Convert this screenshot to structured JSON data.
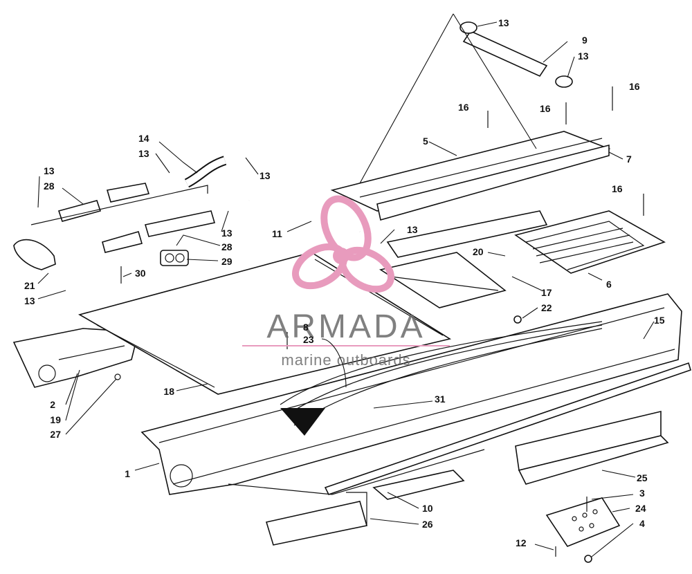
{
  "watermark": {
    "brand": "ARMADA",
    "tagline": "marine outboards",
    "accent_color": "#e89bbd",
    "text_color": "#6a6a6a"
  },
  "callouts": {
    "c1": "1",
    "c2": "2",
    "c3": "3",
    "c4": "4",
    "c5": "5",
    "c6": "6",
    "c7": "7",
    "c8": "8",
    "c9": "9",
    "c10": "10",
    "c11": "11",
    "c12": "12",
    "c13a": "13",
    "c13b": "13",
    "c13c": "13",
    "c13d": "13",
    "c13e": "13",
    "c13f": "13",
    "c13g": "13",
    "c14": "14",
    "c15": "15",
    "c16a": "16",
    "c16b": "16",
    "c16c": "16",
    "c16d": "16",
    "c17": "17",
    "c18": "18",
    "c19": "19",
    "c20": "20",
    "c21": "21",
    "c22": "22",
    "c23": "23",
    "c24": "24",
    "c25": "25",
    "c26": "26",
    "c27": "27",
    "c28a": "28",
    "c28b": "28",
    "c29": "29",
    "c30": "30",
    "c31": "31"
  }
}
